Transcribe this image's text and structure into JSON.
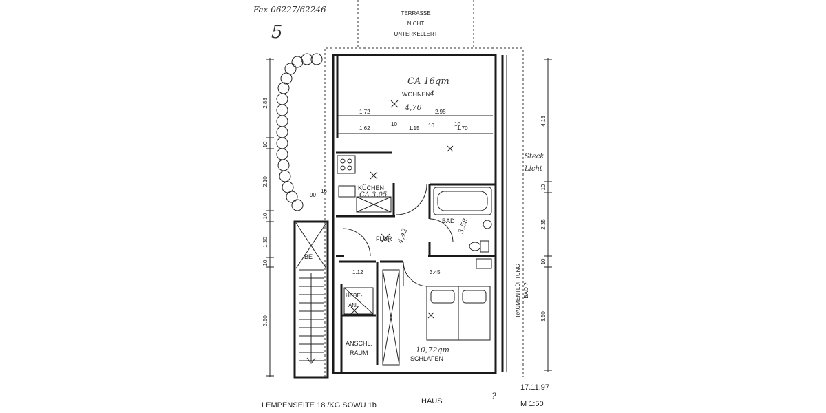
{
  "header": {
    "fax_note": "Fax 06227/62246",
    "page_number": "5"
  },
  "terrace": {
    "line1": "TERRASSE",
    "line2": "NICHT",
    "line3": "UNTERKELLERT"
  },
  "rooms": {
    "wohnen": "WOHNEN",
    "kuechen": "KÜCHEN",
    "bad": "BAD",
    "flur": "FLUR",
    "be": "BE",
    "hebeanl_1": "HEBE-",
    "hebeanl_2": "ANL",
    "anschl_1": "ANSCHL.",
    "anschl_2": "RAUM",
    "schlafen": "SCHLAFEN"
  },
  "handwritten": {
    "wohnen_area": "CA 16qm",
    "wohnen_val": "4,70",
    "kuechen_area": "CA 3,05",
    "flur_val": "4,42",
    "bad_val": "3,58",
    "schlafen_area": "10,72qm",
    "side_note_1": "Steck",
    "side_note_2": "Licht",
    "wohnen_mark": "4"
  },
  "dimensions": {
    "d_172": "1.72",
    "d_295": "2.95",
    "d_10a": "10",
    "d_10b": "10",
    "d_10c": "10",
    "d_162": "1.62",
    "d_115": "1.15",
    "d_170": "1.70",
    "d_90": "90",
    "d_16": "16",
    "d_112": "1.12",
    "d_345": "3.45",
    "left_288": "2.88",
    "left_10a": "10",
    "left_210": "2.10",
    "left_10b": "10",
    "left_130": "1.30",
    "left_10c": "10",
    "left_350": "3.50",
    "right_413": "4.13",
    "right_10a": "10",
    "right_235": "2.35",
    "right_10b": "10",
    "right_350": "3.50"
  },
  "side_label": {
    "line1": "RAUMENTLÜFTUNG",
    "line2": "BAD ?"
  },
  "footer": {
    "address": "LEMPENSEITE 18 /KG SOWU 1b",
    "haus": "HAUS",
    "date": "17.11.97",
    "scale": "M 1:50",
    "question": "?"
  }
}
